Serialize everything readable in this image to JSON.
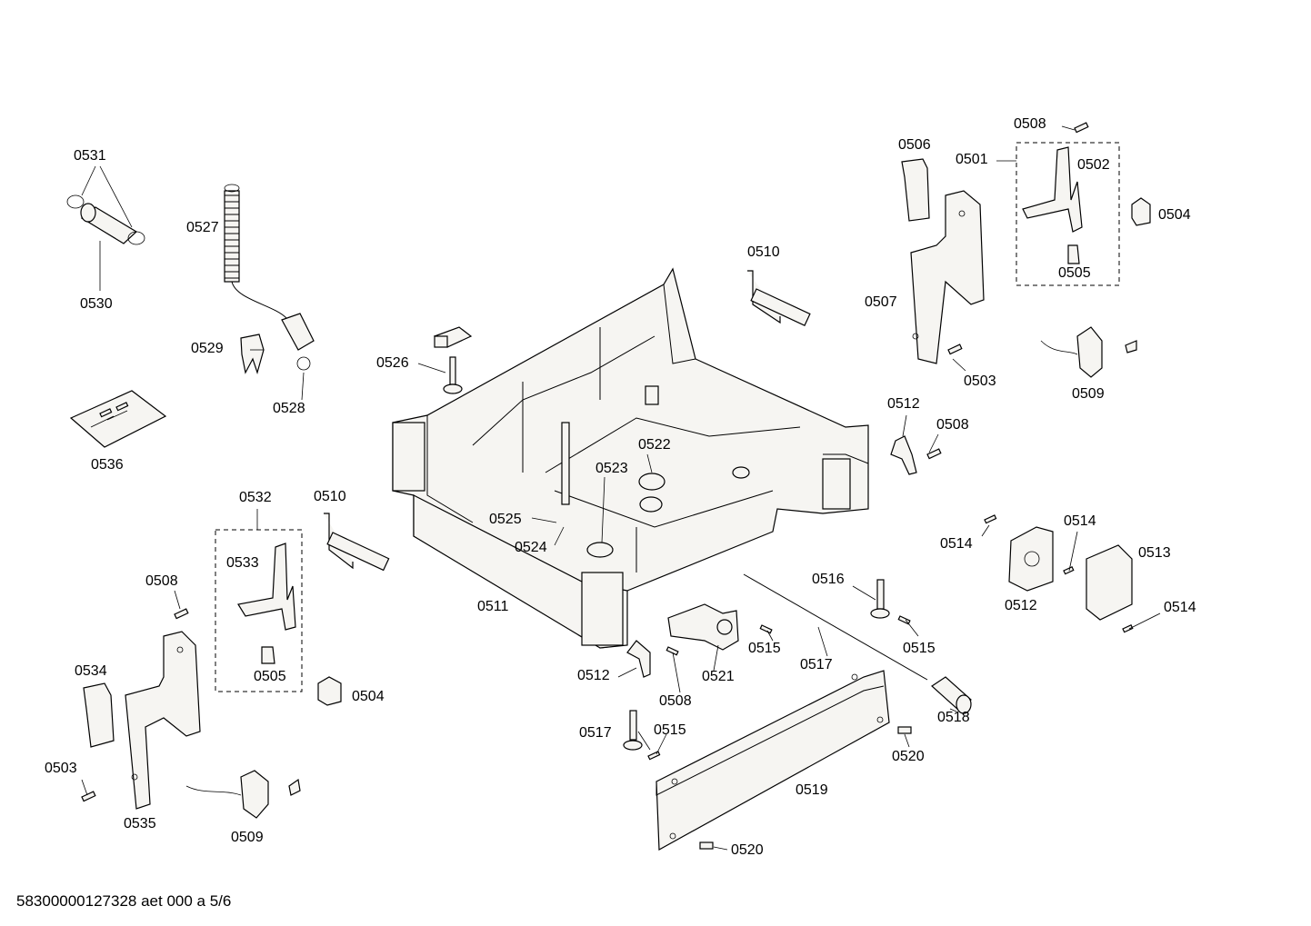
{
  "diagram": {
    "labels": {
      "l0531": "0531",
      "l0530": "0530",
      "l0527": "0527",
      "l0529": "0529",
      "l0528": "0528",
      "l0536": "0536",
      "l0526": "0526",
      "l0510a": "0510",
      "l0510b": "0510",
      "l0506": "0506",
      "l0501": "0501",
      "l0508a": "0508",
      "l0502": "0502",
      "l0504a": "0504",
      "l0505a": "0505",
      "l0507": "0507",
      "l0503a": "0503",
      "l0509a": "0509",
      "l0512a": "0512",
      "l0508b": "0508",
      "l0522": "0522",
      "l0523": "0523",
      "l0525": "0525",
      "l0524": "0524",
      "l0511": "0511",
      "l0532": "0532",
      "l0533": "0533",
      "l0505b": "0505",
      "l0504b": "0504",
      "l0508c": "0508",
      "l0534": "0534",
      "l0503b": "0503",
      "l0535": "0535",
      "l0509b": "0509",
      "l0514a": "0514",
      "l0514b": "0514",
      "l0513": "0513",
      "l0512b": "0512",
      "l0514c": "0514",
      "l0516": "0516",
      "l0515a": "0515",
      "l0515b": "0515",
      "l0517a": "0517",
      "l0512c": "0512",
      "l0521": "0521",
      "l0508d": "0508",
      "l0517b": "0517",
      "l0515c": "0515",
      "l0518": "0518",
      "l0520a": "0520",
      "l0519": "0519",
      "l0520b": "0520"
    },
    "footer": "58300000127328 aet 000 a 5/6"
  }
}
